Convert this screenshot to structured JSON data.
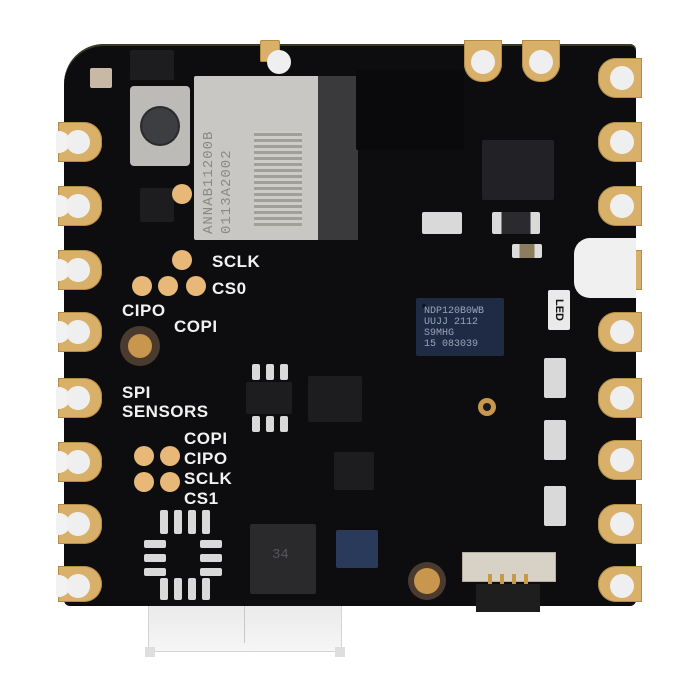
{
  "scene": {
    "description": "Product photo of a small black PCB module with castellated gold edge pads",
    "background_color": "#ffffff",
    "board_color": "#0d0d0f",
    "pad_color": "#d8b06a",
    "silkscreen_color": "#f1f1f1"
  },
  "silkscreen": {
    "top_header": {
      "sclk": "SCLK",
      "cs0": "CS0",
      "cipo": "CIPO",
      "copi": "COPI"
    },
    "spi_sensors": {
      "title_line1": "SPI",
      "title_line2": "SENSORS",
      "copi": "COPI",
      "cipo": "CIPO",
      "sclk": "SCLK",
      "cs1": "CS1"
    },
    "led_label": "LED"
  },
  "components": {
    "radio_module": {
      "marking_line1": "ANNAB11200B",
      "marking_line2": "0113A2002"
    },
    "ndp_chip": {
      "line1": "NDP120B0WB",
      "line2": "UUJJ 2112",
      "line3": "S9MHG",
      "line4": "15 083039"
    },
    "bottom_chip": {
      "marking": "34"
    }
  },
  "edge_pads": {
    "left_count": 8,
    "right_count": 9,
    "top_count": 3
  }
}
